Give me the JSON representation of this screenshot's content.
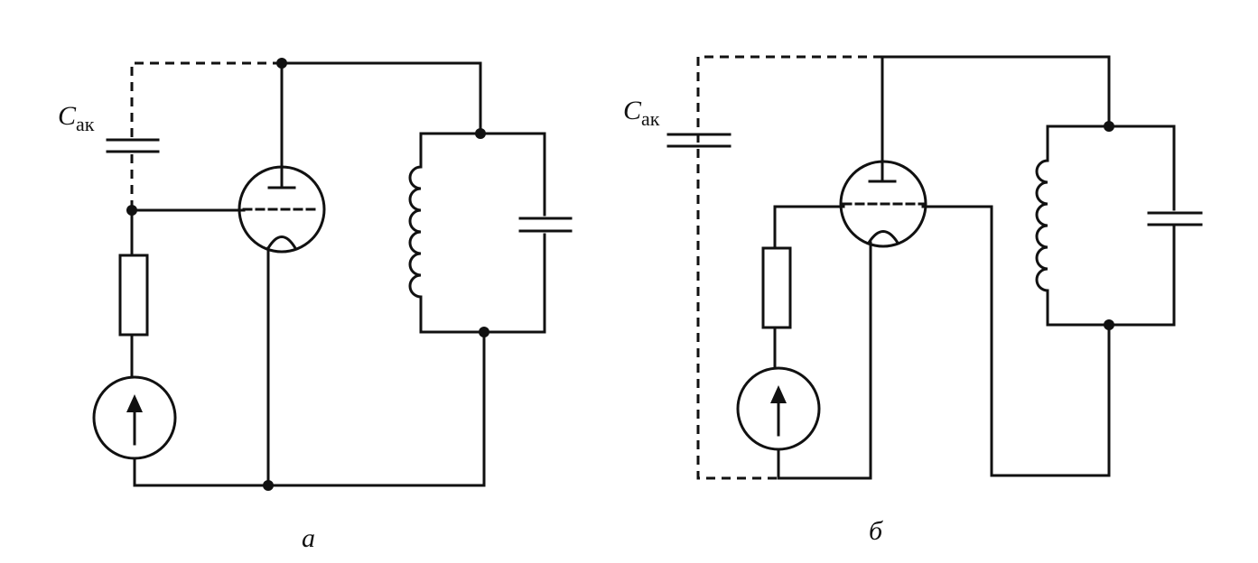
{
  "diagram": {
    "circuit_a": {
      "cap_label": "C",
      "cap_label_sub": "ак",
      "caption": "а"
    },
    "circuit_b": {
      "cap_label": "C",
      "cap_label_sub": "ак",
      "caption": "б"
    }
  }
}
